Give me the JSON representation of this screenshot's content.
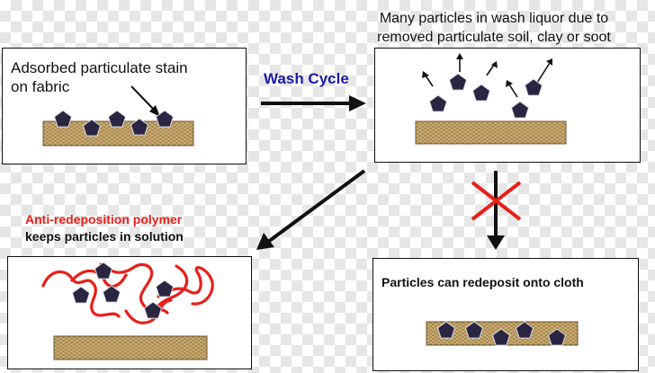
{
  "panels": {
    "top_left": {
      "label": "Adsorbed particulate stain on fabric"
    },
    "top_right": {
      "caption_line1": "Many particles in wash liquor due to",
      "caption_line2": "removed particulate soil, clay or soot"
    },
    "bottom_left": {
      "caption_line1": "Anti-redeposition polymer",
      "caption_line2": "keeps particles in solution"
    },
    "bottom_right": {
      "label": "Particles can redeposit onto cloth"
    }
  },
  "arrows": {
    "wash_cycle_label": "Wash Cycle"
  },
  "colors": {
    "wash_cycle_text": "#1a1aa6",
    "polymer_text": "#e8201a",
    "polymer_strand": "#e8201a",
    "blocked_cross": "#e8201a",
    "particle": "#2a2540",
    "fabric": "#c8a96e",
    "fabric_weave": "#8f7444"
  },
  "icons": {
    "particle": "pentagon-particle-icon",
    "fabric": "fabric-strip-icon",
    "blocked": "red-cross-icon"
  }
}
